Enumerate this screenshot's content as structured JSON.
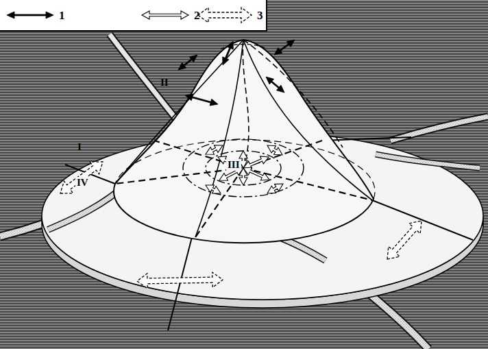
{
  "diagram": {
    "labels": [
      "II",
      "I",
      "III",
      "IV"
    ],
    "legend": [
      {
        "text": "1"
      },
      {
        "text": "2"
      },
      {
        "text": "3"
      }
    ]
  }
}
